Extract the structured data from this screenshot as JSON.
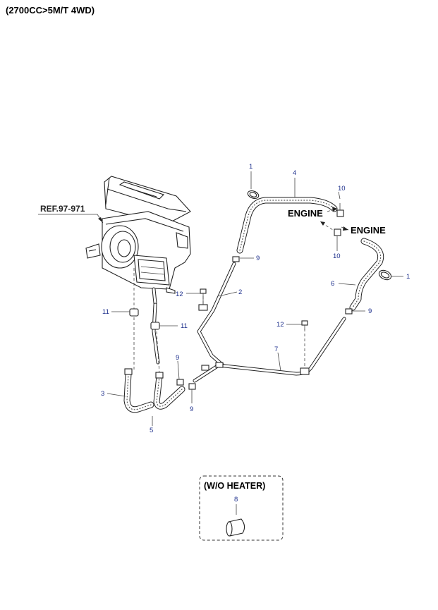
{
  "title": "(2700CC>5M/T 4WD)",
  "reference": "REF.97-971",
  "labels": {
    "engine_upper": "ENGINE",
    "engine_lower": "ENGINE",
    "wo_heater": "(W/O HEATER)"
  },
  "callouts": {
    "c1_top": "1",
    "c4": "4",
    "c10_top": "10",
    "c10_bottom": "10",
    "c9_mid": "9",
    "c1_right": "1",
    "c6": "6",
    "c2": "2",
    "c12_left": "12",
    "c11_left": "11",
    "c11_right": "11",
    "c9_right": "9",
    "c12_mid": "12",
    "c7": "7",
    "c9_low_upper": "9",
    "c9_low_lower": "9",
    "c3": "3",
    "c5": "5",
    "c8": "8"
  },
  "colors": {
    "callout_text": "#1d2f8c",
    "line": "#222222"
  }
}
